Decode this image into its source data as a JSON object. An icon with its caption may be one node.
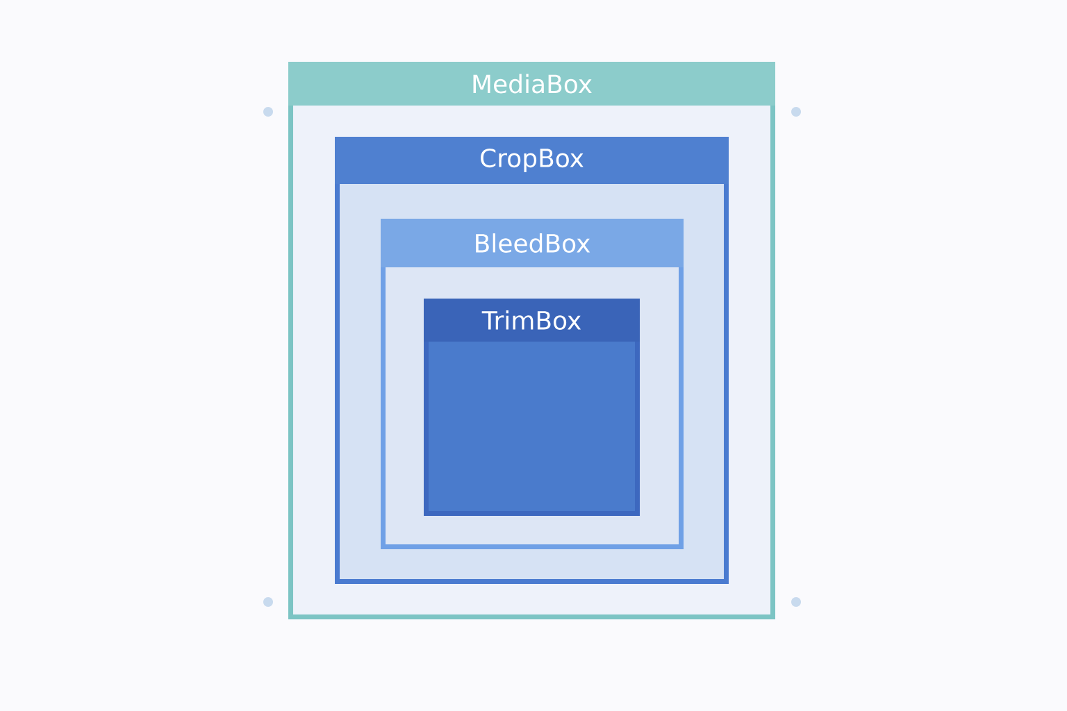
{
  "diagram": {
    "nodes": [
      {
        "text": [
          "MediaBox"
        ]
      },
      {
        "text": [
          "CropBox"
        ],
        "in": 0
      },
      {
        "text": [
          "BleedBox"
        ],
        "in": 1
      },
      {
        "text": [
          "TrimBox"
        ],
        "in": 2
      }
    ]
  }
}
